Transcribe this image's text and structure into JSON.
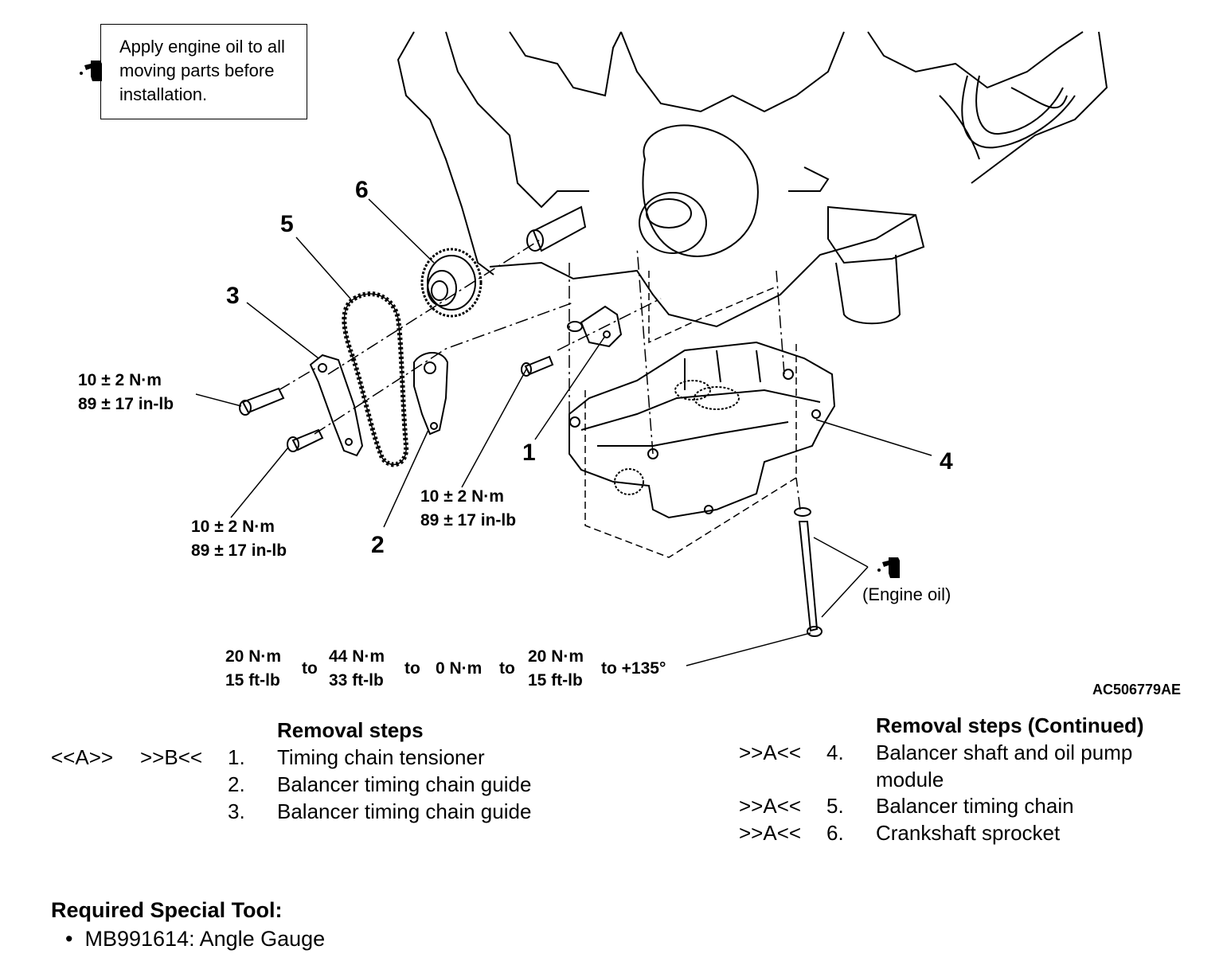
{
  "note": {
    "lines": [
      "Apply engine oil to all",
      "moving parts before",
      "installation."
    ],
    "icon": "oil-can-icon"
  },
  "callouts": [
    "1",
    "2",
    "3",
    "4",
    "5",
    "6"
  ],
  "torque_specs": {
    "guide_bolt_left": [
      "10 ± 2 N·m",
      "89 ± 17 in-lb"
    ],
    "guide_bolt_lower": [
      "10 ± 2 N·m",
      "89 ± 17 in-lb"
    ],
    "tensioner_bolt": [
      "10 ± 2 N·m",
      "89 ± 17 in-lb"
    ]
  },
  "engine_oil_label": "(Engine oil)",
  "bolt_sequence": {
    "step1": [
      "20 N·m",
      "15 ft-lb"
    ],
    "to1": "to",
    "step2": [
      "44 N·m",
      "33 ft-lb"
    ],
    "to2": "to",
    "step3": "0 N·m",
    "to3": "to",
    "step4": [
      "20 N·m",
      "15 ft-lb"
    ],
    "final": "to +135°"
  },
  "figure_code": "AC506779AE",
  "removal_steps": {
    "header": "Removal steps",
    "items": [
      {
        "mark1": "<<A>>",
        "mark2": ">>B<<",
        "num": "1.",
        "text": "Timing chain tensioner"
      },
      {
        "mark1": "",
        "mark2": "",
        "num": "2.",
        "text": "Balancer timing chain guide"
      },
      {
        "mark1": "",
        "mark2": "",
        "num": "3.",
        "text": "Balancer timing chain guide"
      }
    ]
  },
  "removal_steps_continued": {
    "header": "Removal steps (Continued)",
    "items": [
      {
        "mark": ">>A<<",
        "num": "4.",
        "text": "Balancer shaft and oil pump",
        "text2": "module"
      },
      {
        "mark": ">>A<<",
        "num": "5.",
        "text": "Balancer timing chain"
      },
      {
        "mark": ">>A<<",
        "num": "6.",
        "text": "Crankshaft sprocket"
      }
    ]
  },
  "special_tool": {
    "header": "Required Special Tool:",
    "items": [
      "MB991614: Angle Gauge"
    ]
  }
}
